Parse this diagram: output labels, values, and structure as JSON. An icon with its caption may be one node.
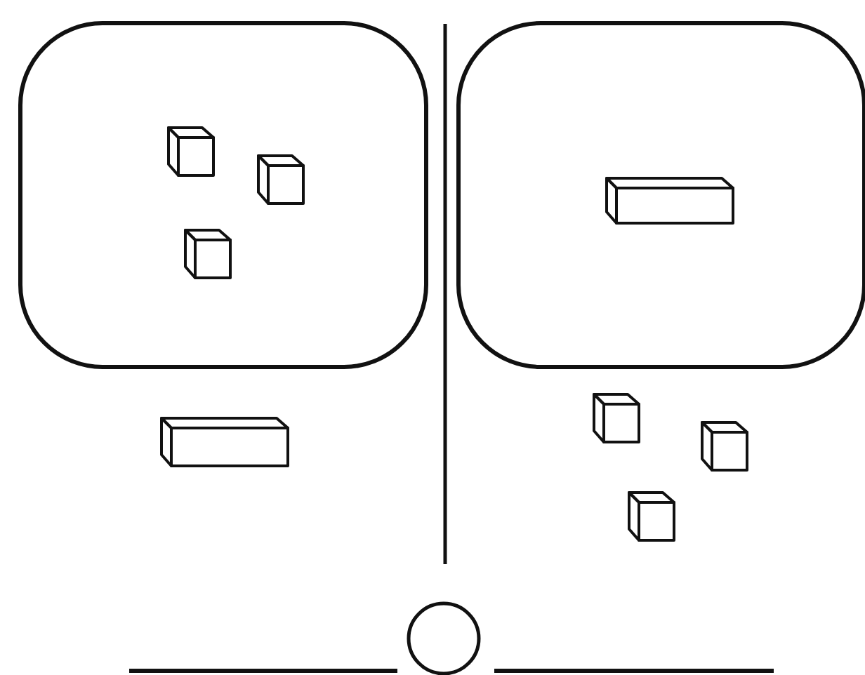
{
  "diagram": {
    "nodes": [
      {
        "text": [],
        "shape": "box"
      },
      {
        "text": [],
        "shape": "cube",
        "in": 0
      },
      {
        "text": [],
        "shape": "cube",
        "in": 0
      },
      {
        "text": [],
        "shape": "cube",
        "in": 0
      },
      {
        "text": [],
        "shape": "box"
      },
      {
        "text": [],
        "shape": "bar",
        "in": 4
      },
      {
        "text": [],
        "shape": "bar"
      },
      {
        "text": [],
        "shape": "cube"
      },
      {
        "text": [],
        "shape": "cube"
      },
      {
        "text": [],
        "shape": "cube"
      },
      {
        "text": [],
        "shape": "circle"
      }
    ]
  }
}
